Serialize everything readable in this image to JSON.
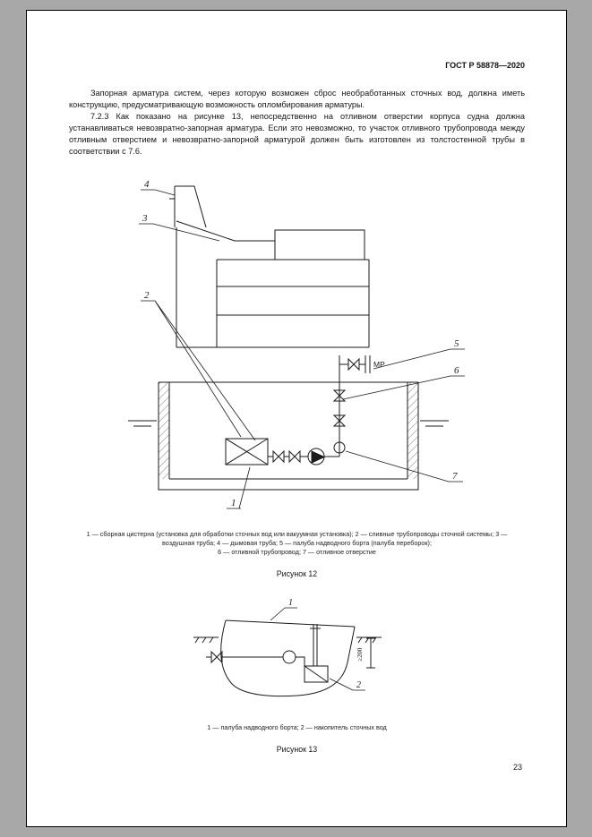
{
  "page": {
    "header_title": "ГОСТ Р 58878—2020",
    "page_number": "23",
    "background_color": "#a8a8a8",
    "paper_color": "#ffffff"
  },
  "paragraphs": {
    "p1": "Запорная арматура систем, через которую возможен сброс необработанных сточных вод, должна иметь конструкцию, предусматривающую возможность опломбирования арматуры.",
    "p2": "7.2.3 Как показано на рисунке 13, непосредственно на отливном отверстии корпуса судна должна устанавливаться невозвратно-запорная арматура. Если это невозможно, то участок отливного трубопровода между отливным отверстием и невозвратно-запорной арматурой должен быть изготовлен из толстостенной трубы в соответствии с 7.6."
  },
  "figure12": {
    "caption_line1": "1 — сборная цистерна (установка для обработки сточных вод или вакуумная установка); 2 — сливные трубопроводы сточной системы; 3 — воздушная труба; 4 — дымовая труба; 5 — палуба надводного борта (палуба переборок);",
    "caption_line2": "6 — отливной трубопровод; 7 — отливное отверстие",
    "label": "Рисунок 12",
    "mr_label": "МР",
    "callouts": {
      "c1": "1",
      "c2": "2",
      "c3": "3",
      "c4": "4",
      "c5": "5",
      "c6": "6",
      "c7": "7"
    }
  },
  "figure13": {
    "caption": "1 — палуба надводного борта; 2 — накопитель сточных вод",
    "label": "Рисунок 13",
    "dimension": "≥200",
    "callouts": {
      "c1": "1",
      "c2": "2"
    }
  }
}
